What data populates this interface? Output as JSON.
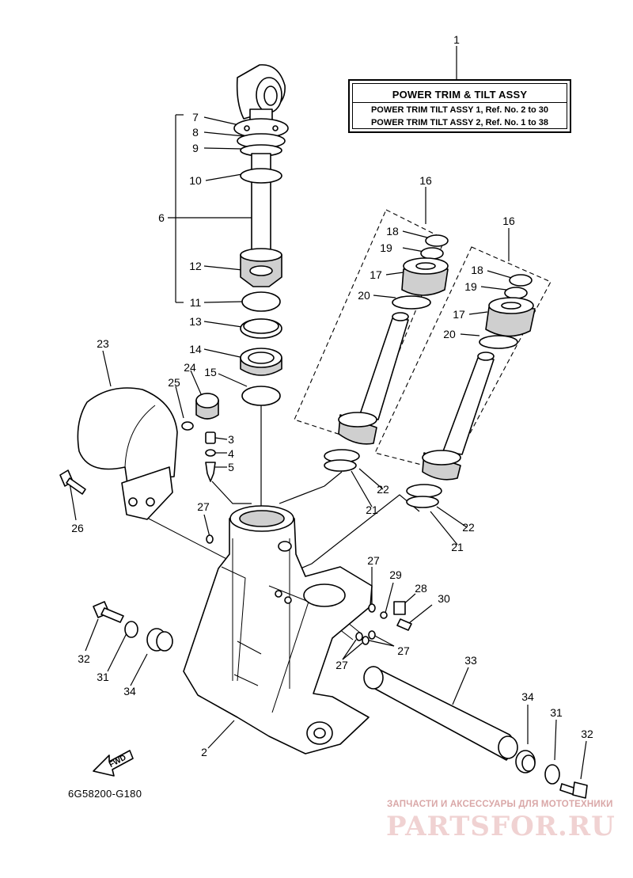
{
  "title_box": {
    "heading": "POWER TRIM & TILT ASSY",
    "line1": "POWER TRIM TILT ASSY 1,  Ref. No. 2 to 30",
    "line2": "POWER TRIM TILT ASSY 2,  Ref. No. 1 to 38"
  },
  "diagram_code": "6G58200-G180",
  "fwd_label": "FWD",
  "watermark": {
    "subtitle": "ЗАПЧАСТИ И АКСЕССУАРЫ ДЛЯ МОТОТЕХНИКИ",
    "brand": "PARTSFOR.RU"
  },
  "callouts": {
    "c1": "1",
    "c2": "2",
    "c3": "3",
    "c4": "4",
    "c5": "5",
    "c6": "6",
    "c7": "7",
    "c8": "8",
    "c9": "9",
    "c10": "10",
    "c11": "11",
    "c12": "12",
    "c13": "13",
    "c14": "14",
    "c15": "15",
    "c16a": "16",
    "c16b": "16",
    "c17a": "17",
    "c17b": "17",
    "c18a": "18",
    "c18b": "18",
    "c19a": "19",
    "c19b": "19",
    "c20a": "20",
    "c20b": "20",
    "c21a": "21",
    "c21b": "21",
    "c22a": "22",
    "c22b": "22",
    "c23": "23",
    "c24": "24",
    "c25": "25",
    "c26": "26",
    "c27a": "27",
    "c27b": "27",
    "c27c": "27",
    "c27d": "27",
    "c28": "28",
    "c29": "29",
    "c30": "30",
    "c31a": "31",
    "c31b": "31",
    "c32a": "32",
    "c32b": "32",
    "c33": "33",
    "c34a": "34",
    "c34b": "34"
  }
}
